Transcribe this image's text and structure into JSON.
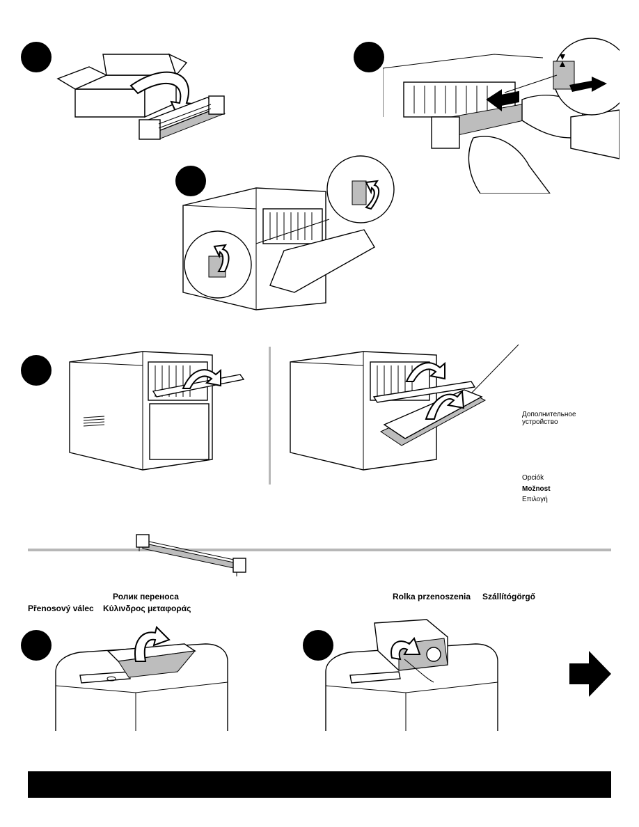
{
  "options_labels": {
    "ru": "Дополнительное устройство",
    "hu": "Opciók",
    "cz": "Možnost",
    "el": "Επιλογή"
  },
  "transfer_roller_labels": {
    "ru": "Ролик переноса",
    "cz": "Přenosový válec",
    "el": "Κύλινδρος μεταφοράς",
    "pl": "Rolka przenoszenia",
    "hu": "Szállítógörgő"
  },
  "colors": {
    "ink": "#000000",
    "rule": "#b7b7b7",
    "paper": "#ffffff",
    "part_shade": "#bdbdbd"
  },
  "icons": [
    "next-page-arrow-icon"
  ]
}
